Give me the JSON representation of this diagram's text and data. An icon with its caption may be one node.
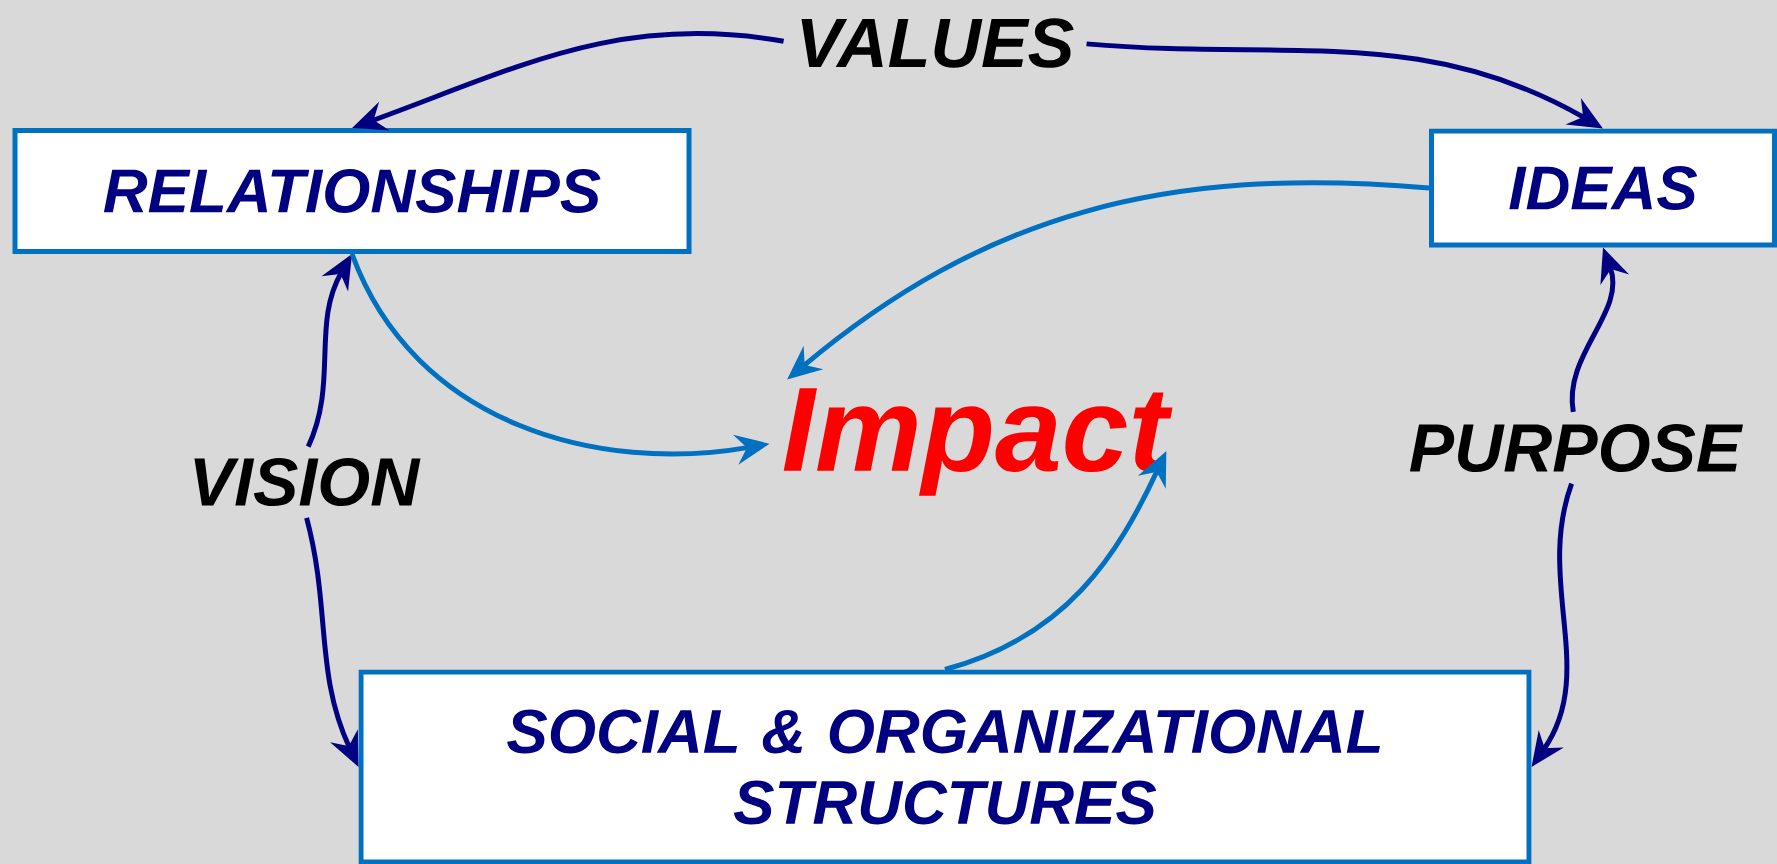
{
  "diagram": {
    "nodes": [
      {
        "text": [
          "VALUES"
        ]
      },
      {
        "text": [
          "RELATIONSHIPS"
        ]
      },
      {
        "text": [
          "IDEAS"
        ]
      },
      {
        "text": [
          "Impact"
        ]
      },
      {
        "text": [
          "VISION"
        ]
      },
      {
        "text": [
          "PURPOSE"
        ]
      },
      {
        "text": [
          "SOCIAL & ORGANIZATIONAL STRUCTURES"
        ]
      }
    ],
    "edges": [
      {
        "from": 0,
        "to": 1,
        "arrow": "to"
      },
      {
        "from": 0,
        "to": 2,
        "arrow": "to"
      },
      {
        "from": 4,
        "to": 1,
        "arrow": "to"
      },
      {
        "from": 4,
        "to": 6,
        "arrow": "to"
      },
      {
        "from": 5,
        "to": 2,
        "arrow": "to"
      },
      {
        "from": 5,
        "to": 6,
        "arrow": "to"
      },
      {
        "from": 1,
        "to": 3,
        "arrow": "to",
        "color": "#0070c0"
      },
      {
        "from": 2,
        "to": 3,
        "arrow": "to",
        "color": "#0070c0"
      },
      {
        "from": 6,
        "to": 3,
        "arrow": "to",
        "color": "#0070c0"
      }
    ]
  }
}
